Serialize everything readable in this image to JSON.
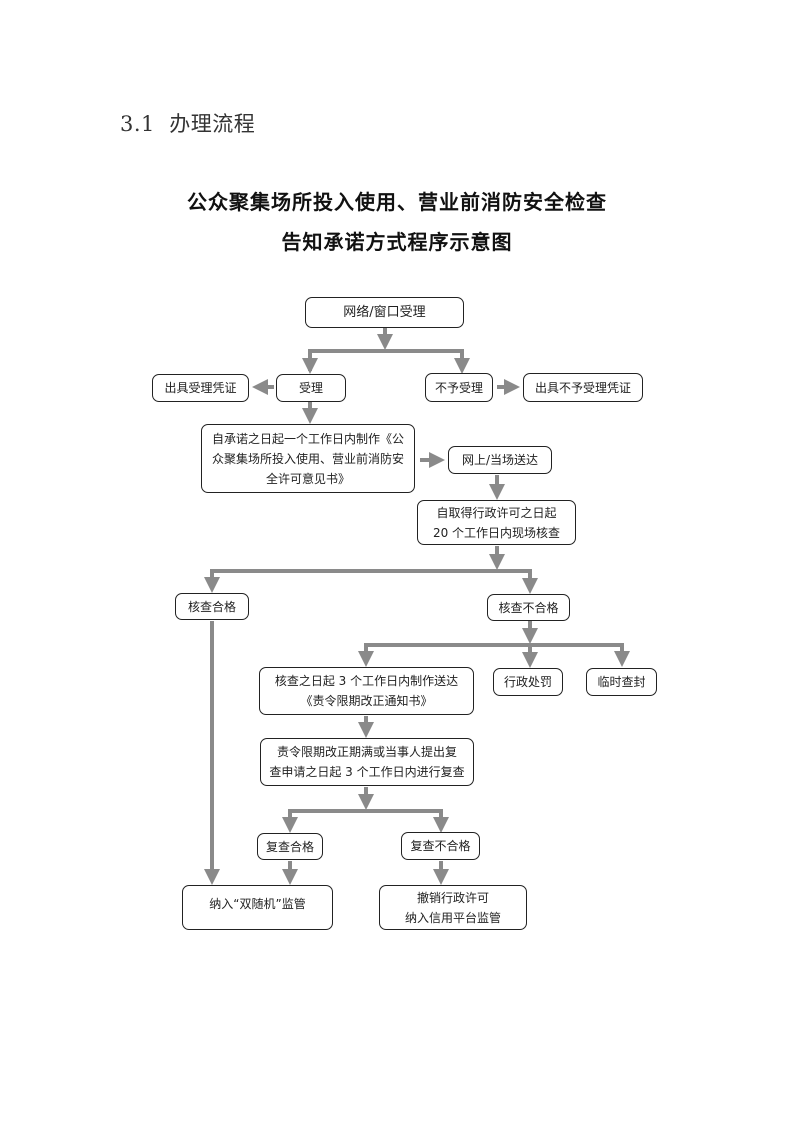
{
  "section": {
    "number": "3.1",
    "heading": "办理流程"
  },
  "diagram": {
    "title_line1": "公众聚集场所投入使用、营业前消防安全检查",
    "title_line2": "告知承诺方式程序示意图",
    "nodes": {
      "intake": "网络/窗口受理",
      "accept": "受理",
      "accept_receipt": "出具受理凭证",
      "reject": "不予受理",
      "reject_receipt": "出具不予受理凭证",
      "make_opinion": "自承诺之日起一个工作日内制作《公众聚集场所投入使用、营业前消防安全许可意见书》",
      "deliver": "网上/当场送达",
      "onsite_check": "自取得行政许可之日起20 个工作日内现场核查",
      "check_pass": "核查合格",
      "check_fail": "核查不合格",
      "rectify_notice": "核查之日起 3 个工作日内制作送达《责令限期改正通知书》",
      "admin_penalty": "行政处罚",
      "temp_seal": "临时查封",
      "recheck": "责令限期改正期满或当事人提出复查申请之日起 3 个工作日内进行复查",
      "recheck_pass": "复查合格",
      "recheck_fail": "复查不合格",
      "random_supervision": "纳入“双随机”监管",
      "revoke": "撤销行政许可纳入信用平台监管"
    },
    "node_lines": {
      "make_opinion": [
        "自承诺之日起一个工作日内制作《公",
        "众聚集场所投入使用、营业前消防安",
        "全许可意见书》"
      ],
      "onsite_check": [
        "自取得行政许可之日起",
        "20 个工作日内现场核查"
      ],
      "rectify_notice": [
        "核查之日起 3 个工作日内制作送达",
        "《责令限期改正通知书》"
      ],
      "recheck": [
        "责令限期改正期满或当事人提出复",
        "查申请之日起 3 个工作日内进行复查"
      ],
      "revoke": [
        "撤销行政许可",
        "纳入信用平台监管"
      ]
    },
    "edges": [
      [
        "intake",
        "accept"
      ],
      [
        "intake",
        "reject"
      ],
      [
        "accept",
        "accept_receipt"
      ],
      [
        "reject",
        "reject_receipt"
      ],
      [
        "accept",
        "make_opinion"
      ],
      [
        "make_opinion",
        "deliver"
      ],
      [
        "deliver",
        "onsite_check"
      ],
      [
        "onsite_check",
        "check_pass"
      ],
      [
        "onsite_check",
        "check_fail"
      ],
      [
        "check_fail",
        "rectify_notice"
      ],
      [
        "check_fail",
        "admin_penalty"
      ],
      [
        "check_fail",
        "temp_seal"
      ],
      [
        "rectify_notice",
        "recheck"
      ],
      [
        "recheck",
        "recheck_pass"
      ],
      [
        "recheck",
        "recheck_fail"
      ],
      [
        "check_pass",
        "random_supervision"
      ],
      [
        "recheck_pass",
        "random_supervision"
      ],
      [
        "recheck_fail",
        "revoke"
      ]
    ],
    "colors": {
      "border": "#222222",
      "arrow": "#8a8a8a",
      "text": "#222222"
    }
  }
}
